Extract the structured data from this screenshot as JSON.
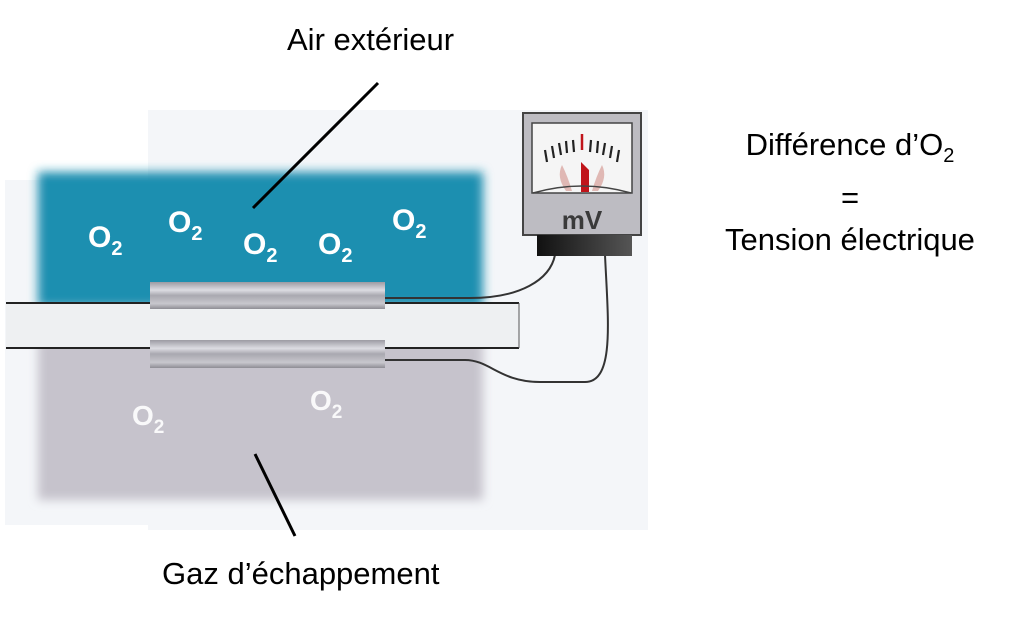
{
  "labels": {
    "top": "Air extérieur",
    "bottom": "Gaz d’échappement",
    "right_line1_prefix": "Différence d’O",
    "right_line1_sub": "2",
    "right_line2": "=",
    "right_line3": "Tension électrique"
  },
  "meter": {
    "unit": "mV"
  },
  "molecules": {
    "symbol": "O",
    "sub": "2"
  },
  "colors": {
    "air": "#1b8fb0",
    "exhaust": "#c6c3cc",
    "needle": "#c0141a"
  }
}
